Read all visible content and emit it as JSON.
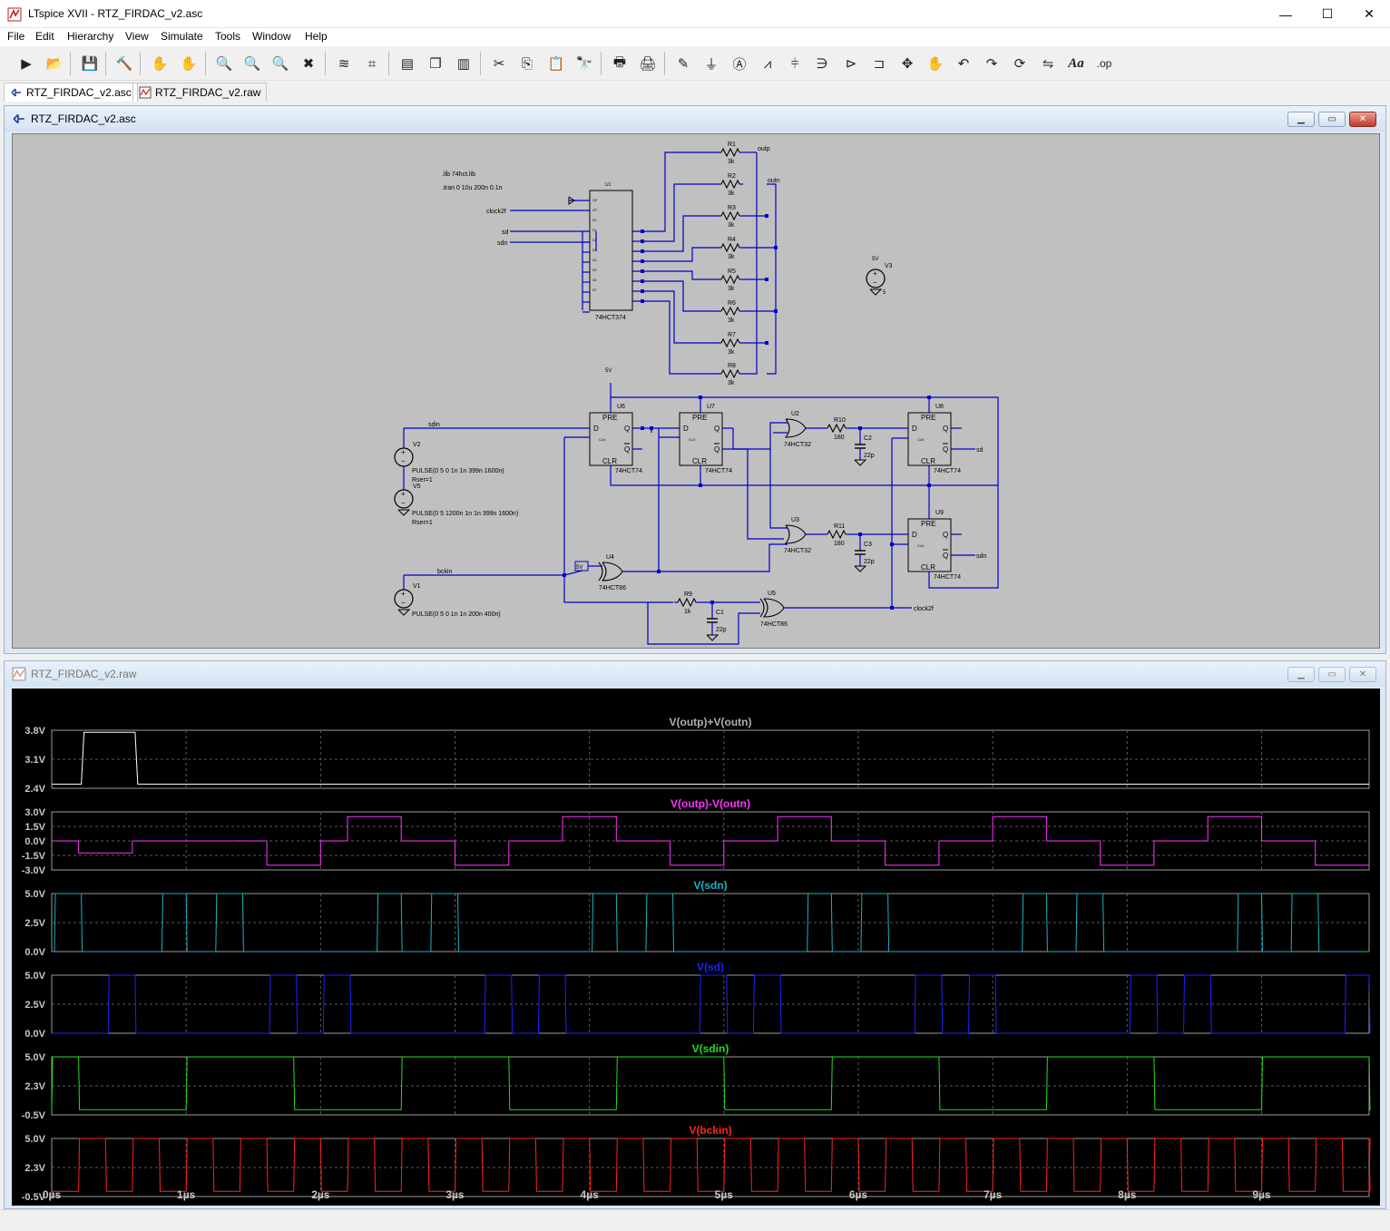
{
  "window": {
    "title": "LTspice XVII - RTZ_FIRDAC_v2.asc",
    "minimize": "—",
    "maximize": "☐",
    "close": "✕"
  },
  "menu": [
    "File",
    "Edit",
    "Hierarchy",
    "View",
    "Simulate",
    "Tools",
    "Window",
    "Help"
  ],
  "toolbar": {
    "items": [
      "run",
      "open",
      "save",
      "control-panel",
      "halt",
      "pan",
      "zoom-in",
      "zoom-full",
      "zoom-out",
      "zoom-cancel",
      "autorange",
      "place-cursor",
      "tile-horizontal",
      "cascade",
      "tile-vertical",
      "cut",
      "copy",
      "paste",
      "find",
      "print-setup",
      "print",
      "draw-wire",
      "ground",
      "label-net",
      "resistor",
      "capacitor",
      "inductor",
      "diode",
      "component",
      "move",
      "drag",
      "undo",
      "redo",
      "rotate",
      "mirror",
      "text",
      "spice-directive"
    ],
    "text_label": "Aa",
    "op_label": ".op"
  },
  "tabs": [
    {
      "label": "RTZ_FIRDAC_v2.asc",
      "active": true
    },
    {
      "label": "RTZ_FIRDAC_v2.raw",
      "active": false
    }
  ],
  "schematic_window": {
    "title": "RTZ_FIRDAC_v2.asc"
  },
  "schematic": {
    "directives": [
      ".lib 74hct.lib",
      ".tran 0 10u 200n 0.1n"
    ],
    "u1": {
      "name": "U1",
      "part": "74HCT374"
    },
    "inputs": [
      "clock2f",
      "sd",
      "sdn"
    ],
    "resistors": [
      {
        "name": "R1",
        "value": "3k"
      },
      {
        "name": "R2",
        "value": "3k"
      },
      {
        "name": "R3",
        "value": "3k"
      },
      {
        "name": "R4",
        "value": "3k"
      },
      {
        "name": "R5",
        "value": "3k"
      },
      {
        "name": "R6",
        "value": "3k"
      },
      {
        "name": "R7",
        "value": "3k"
      },
      {
        "name": "R8",
        "value": "3k"
      }
    ],
    "out_labels": [
      "outp",
      "outn"
    ],
    "v3": {
      "name": "V3",
      "value": "5",
      "label": "5V"
    },
    "ff": [
      {
        "name": "U6",
        "part": "74HCT74"
      },
      {
        "name": "U7",
        "part": "74HCT74"
      },
      {
        "name": "U8",
        "part": "74HCT74"
      },
      {
        "name": "U9",
        "part": "74HCT74"
      }
    ],
    "pin_pre": "PRE",
    "pin_clr": "CLR",
    "pin_d": "D",
    "pin_q": "Q",
    "pin_qn": "Q",
    "pin_clk": "CLK",
    "or_gates": [
      {
        "name": "U2",
        "part": "74HCT32"
      },
      {
        "name": "U3",
        "part": "74HCT32"
      }
    ],
    "xor_gates": [
      {
        "name": "U4",
        "part": "74HCT86"
      },
      {
        "name": "U5",
        "part": "74HCT86"
      }
    ],
    "r10": {
      "name": "R10",
      "value": "180"
    },
    "r11": {
      "name": "R11",
      "value": "180"
    },
    "c2": {
      "name": "C2",
      "value": "22p"
    },
    "c3": {
      "name": "C3",
      "value": "22p"
    },
    "r9": {
      "name": "R9",
      "value": "1k"
    },
    "c1": {
      "name": "C1",
      "value": "22p"
    },
    "nets": {
      "sdin": "sdin",
      "bckin": "bckin",
      "clock2f": "clock2f",
      "sd": "sd",
      "sdn": "sdn",
      "five_v": "5V"
    },
    "sources": [
      {
        "name": "V2",
        "value": "PULSE(0 5 0 1n 1n 399n 1600n)",
        "rser": "Rser=1"
      },
      {
        "name": "V5",
        "value": "PULSE(0 5 1200n 1n 1n 399n 1600n)",
        "rser": "Rser=1"
      },
      {
        "name": "V1",
        "value": "PULSE(0 5 0 1n 1n 200n 400n)"
      }
    ]
  },
  "waveform_window": {
    "title": "RTZ_FIRDAC_v2.raw"
  },
  "chart_data": {
    "type": "line",
    "x_unit": "µs",
    "xlim": [
      0,
      9.8
    ],
    "x_ticks": [
      "0µs",
      "1µs",
      "2µs",
      "3µs",
      "4µs",
      "5µs",
      "6µs",
      "7µs",
      "8µs",
      "9µs"
    ],
    "panes": [
      {
        "title": "V(outp)+V(outn)",
        "color": "#b0b0b0",
        "trace_color": "#ffffff",
        "ylim": [
          2.4,
          3.8
        ],
        "y_ticks": [
          "3.8V",
          "3.1V",
          "2.4V"
        ],
        "points": [
          [
            0,
            2.5
          ],
          [
            0.22,
            2.5
          ],
          [
            0.24,
            3.75
          ],
          [
            0.62,
            3.75
          ],
          [
            0.64,
            2.5
          ],
          [
            9.8,
            2.5
          ]
        ]
      },
      {
        "title": "V(outp)-V(outn)",
        "color": "#ff33ff",
        "trace_color": "#ff33ff",
        "ylim": [
          -3.0,
          3.0
        ],
        "y_ticks": [
          "3.0V",
          "1.5V",
          "0.0V",
          "-1.5V",
          "-3.0V"
        ],
        "levels": [
          [
            0,
            0
          ],
          [
            0.2,
            -1.25
          ],
          [
            0.6,
            0
          ],
          [
            1.4,
            0.1
          ],
          [
            1.4,
            0
          ],
          [
            1.45,
            0
          ],
          [
            1.6,
            -2.5
          ],
          [
            2.0,
            0
          ],
          [
            2.2,
            2.5
          ],
          [
            2.6,
            0
          ],
          [
            3.0,
            -2.5
          ],
          [
            3.4,
            0
          ],
          [
            3.8,
            2.5
          ],
          [
            4.2,
            0
          ],
          [
            4.6,
            -2.5
          ],
          [
            5.0,
            0
          ],
          [
            5.4,
            2.5
          ],
          [
            5.8,
            0
          ],
          [
            6.2,
            -2.5
          ],
          [
            6.6,
            0
          ],
          [
            7.0,
            2.5
          ],
          [
            7.4,
            0
          ],
          [
            7.8,
            -2.5
          ],
          [
            8.2,
            0
          ],
          [
            8.6,
            2.5
          ],
          [
            9.0,
            0
          ],
          [
            9.4,
            -2.5
          ],
          [
            9.8,
            -2.5
          ]
        ]
      },
      {
        "title": "V(sdn)",
        "color": "#1bb1c1",
        "trace_color": "#1bb1c1",
        "ylim": [
          0,
          5
        ],
        "y_ticks": [
          "5.0V",
          "2.5V",
          "0.0V"
        ],
        "pulses": [
          [
            0.02,
            0.22
          ],
          [
            0.82,
            1.0
          ],
          [
            1.22,
            1.42
          ],
          [
            2.42,
            2.6
          ],
          [
            2.82,
            3.02
          ],
          [
            4.02,
            4.2
          ],
          [
            4.42,
            4.62
          ],
          [
            5.62,
            5.8
          ],
          [
            6.02,
            6.22
          ],
          [
            7.22,
            7.4
          ],
          [
            7.62,
            7.82
          ],
          [
            8.82,
            9.0
          ],
          [
            9.22,
            9.42
          ]
        ]
      },
      {
        "title": "V(sd)",
        "color": "#2020ff",
        "trace_color": "#2020ff",
        "ylim": [
          0,
          5
        ],
        "y_ticks": [
          "5.0V",
          "2.5V",
          "0.0V"
        ],
        "pulses": [
          [
            0.42,
            0.62
          ],
          [
            1.62,
            1.82
          ],
          [
            2.02,
            2.22
          ],
          [
            3.22,
            3.42
          ],
          [
            3.62,
            3.82
          ],
          [
            4.82,
            5.02
          ],
          [
            5.22,
            5.42
          ],
          [
            6.42,
            6.62
          ],
          [
            6.82,
            7.02
          ],
          [
            8.02,
            8.22
          ],
          [
            8.42,
            8.62
          ],
          [
            9.62,
            9.8
          ]
        ]
      },
      {
        "title": "V(sdin)",
        "color": "#22dd22",
        "trace_color": "#22dd22",
        "ylim": [
          -0.5,
          5.0
        ],
        "y_ticks": [
          "5.0V",
          "2.3V",
          "-0.5V"
        ],
        "pulses": [
          [
            0,
            0.2
          ],
          [
            1.0,
            1.8
          ],
          [
            2.6,
            3.4
          ],
          [
            4.2,
            5.0
          ],
          [
            5.8,
            6.6
          ],
          [
            7.4,
            8.2
          ],
          [
            9.0,
            9.8
          ]
        ]
      },
      {
        "title": "V(bckin)",
        "color": "#ff2222",
        "trace_color": "#ff2222",
        "ylim": [
          -0.5,
          5.0
        ],
        "y_ticks": [
          "5.0V",
          "2.3V",
          "-0.5V"
        ],
        "period": 0.4,
        "high": 0.2
      }
    ]
  }
}
